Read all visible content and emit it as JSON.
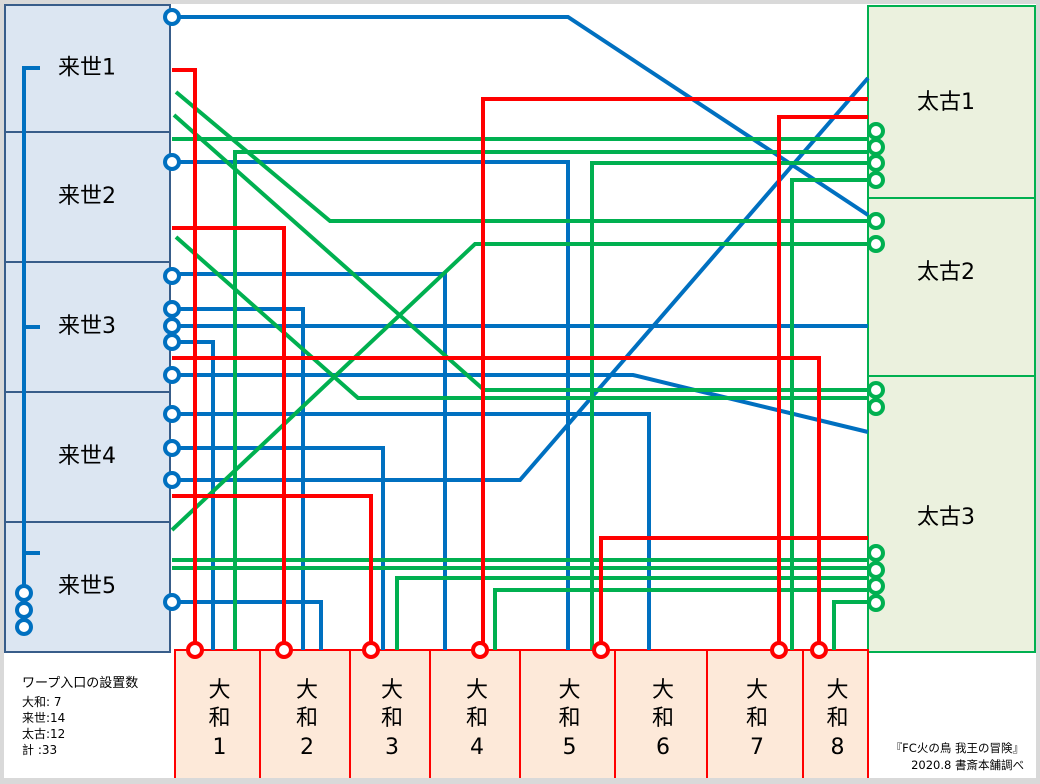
{
  "raise": {
    "label": "来世",
    "blocks": [
      "来世1",
      "来世2",
      "来世3",
      "来世4",
      "来世5"
    ],
    "fill": "#dce6f2",
    "border": "#385d8a",
    "line_color": "#0070c0"
  },
  "ancient": {
    "label": "太古",
    "blocks": [
      "太古1",
      "太古2",
      "太古3"
    ],
    "fill": "#ebf1de",
    "border": "#00b050",
    "line_color": "#00b050"
  },
  "yamato": {
    "label": "大和",
    "blocks": [
      {
        "top": "大",
        "mid": "和",
        "num": "1"
      },
      {
        "top": "大",
        "mid": "和",
        "num": "2"
      },
      {
        "top": "大",
        "mid": "和",
        "num": "3"
      },
      {
        "top": "大",
        "mid": "和",
        "num": "4"
      },
      {
        "top": "大",
        "mid": "和",
        "num": "5"
      },
      {
        "top": "大",
        "mid": "和",
        "num": "6"
      },
      {
        "top": "大",
        "mid": "和",
        "num": "7"
      },
      {
        "top": "大",
        "mid": "和",
        "num": "8"
      }
    ],
    "fill": "#fde9d9",
    "border": "#ff0000",
    "line_color": "#ff0000"
  },
  "legend": {
    "title": "ワープ入口の設置数",
    "rows": [
      "大和:  7",
      "来世:14",
      "太古:12",
      "計   :33"
    ]
  },
  "credit": {
    "line1": "『FC火の鳥 我王の冒険』",
    "line2": "2020.8  書斎本舗調べ"
  }
}
